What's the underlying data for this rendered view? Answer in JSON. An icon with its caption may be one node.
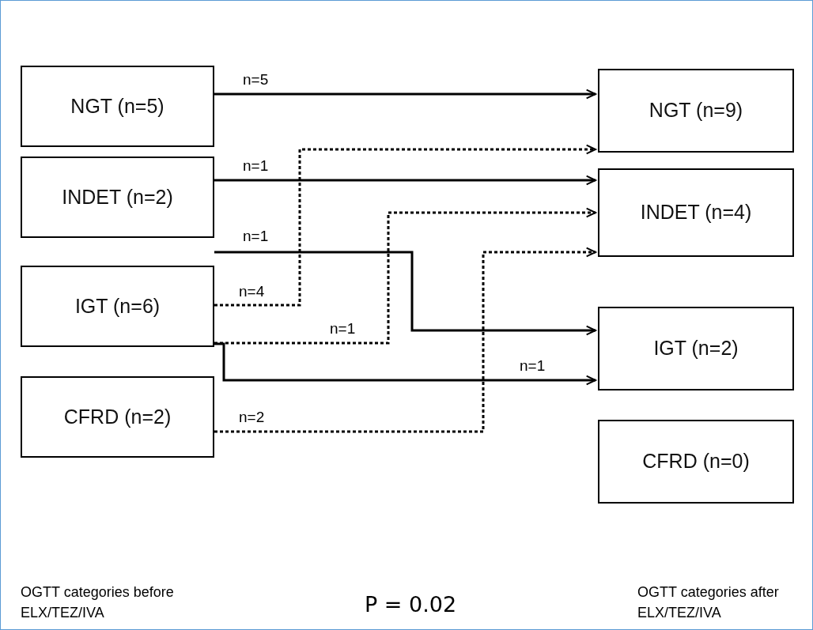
{
  "diagram": {
    "nodes": [
      {
        "text": [
          "NGT (n=5)"
        ]
      },
      {
        "text": [
          "INDET (n=2)"
        ]
      },
      {
        "text": [
          "IGT (n=6)"
        ]
      },
      {
        "text": [
          "CFRD (n=2)"
        ]
      },
      {
        "text": [
          "NGT (n=9)"
        ]
      },
      {
        "text": [
          "INDET (n=4)"
        ]
      },
      {
        "text": [
          "IGT (n=2)"
        ]
      },
      {
        "text": [
          "CFRD (n=0)"
        ]
      }
    ],
    "edges": [
      {
        "from": 0,
        "to": 4,
        "arrow": "to",
        "label": "n=5"
      },
      {
        "from": 2,
        "to": 4,
        "arrow": "to",
        "label": "n=4",
        "style": "dashed"
      },
      {
        "from": 1,
        "to": 5,
        "arrow": "to",
        "label": "n=1"
      },
      {
        "from": 2,
        "to": 5,
        "arrow": "to",
        "label": "n=1",
        "style": "dashed"
      },
      {
        "from": 3,
        "to": 5,
        "arrow": "to",
        "label": "n=2",
        "style": "dashed"
      },
      {
        "from": 1,
        "to": 6,
        "arrow": "to",
        "label": "n=1"
      },
      {
        "from": 2,
        "to": 6,
        "arrow": "to",
        "label": "n=1"
      }
    ],
    "labels": [
      "OGTT categories before ELX/TEZ/IVA",
      "P = 0.02",
      "OGTT categories after ELX/TEZ/IVA"
    ]
  }
}
